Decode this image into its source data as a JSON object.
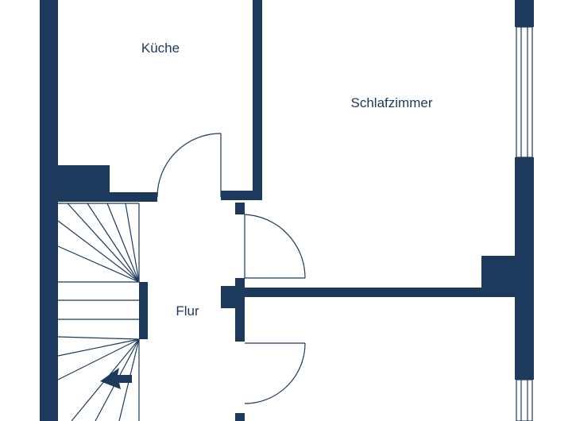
{
  "rooms": {
    "kitchen": "Küche",
    "bedroom": "Schlafzimmer",
    "hall": "Flur"
  },
  "colors": {
    "wall": "#1d3a5c",
    "background": "#ffffff"
  },
  "icons": {
    "stairs_direction": "arrow-icon"
  }
}
